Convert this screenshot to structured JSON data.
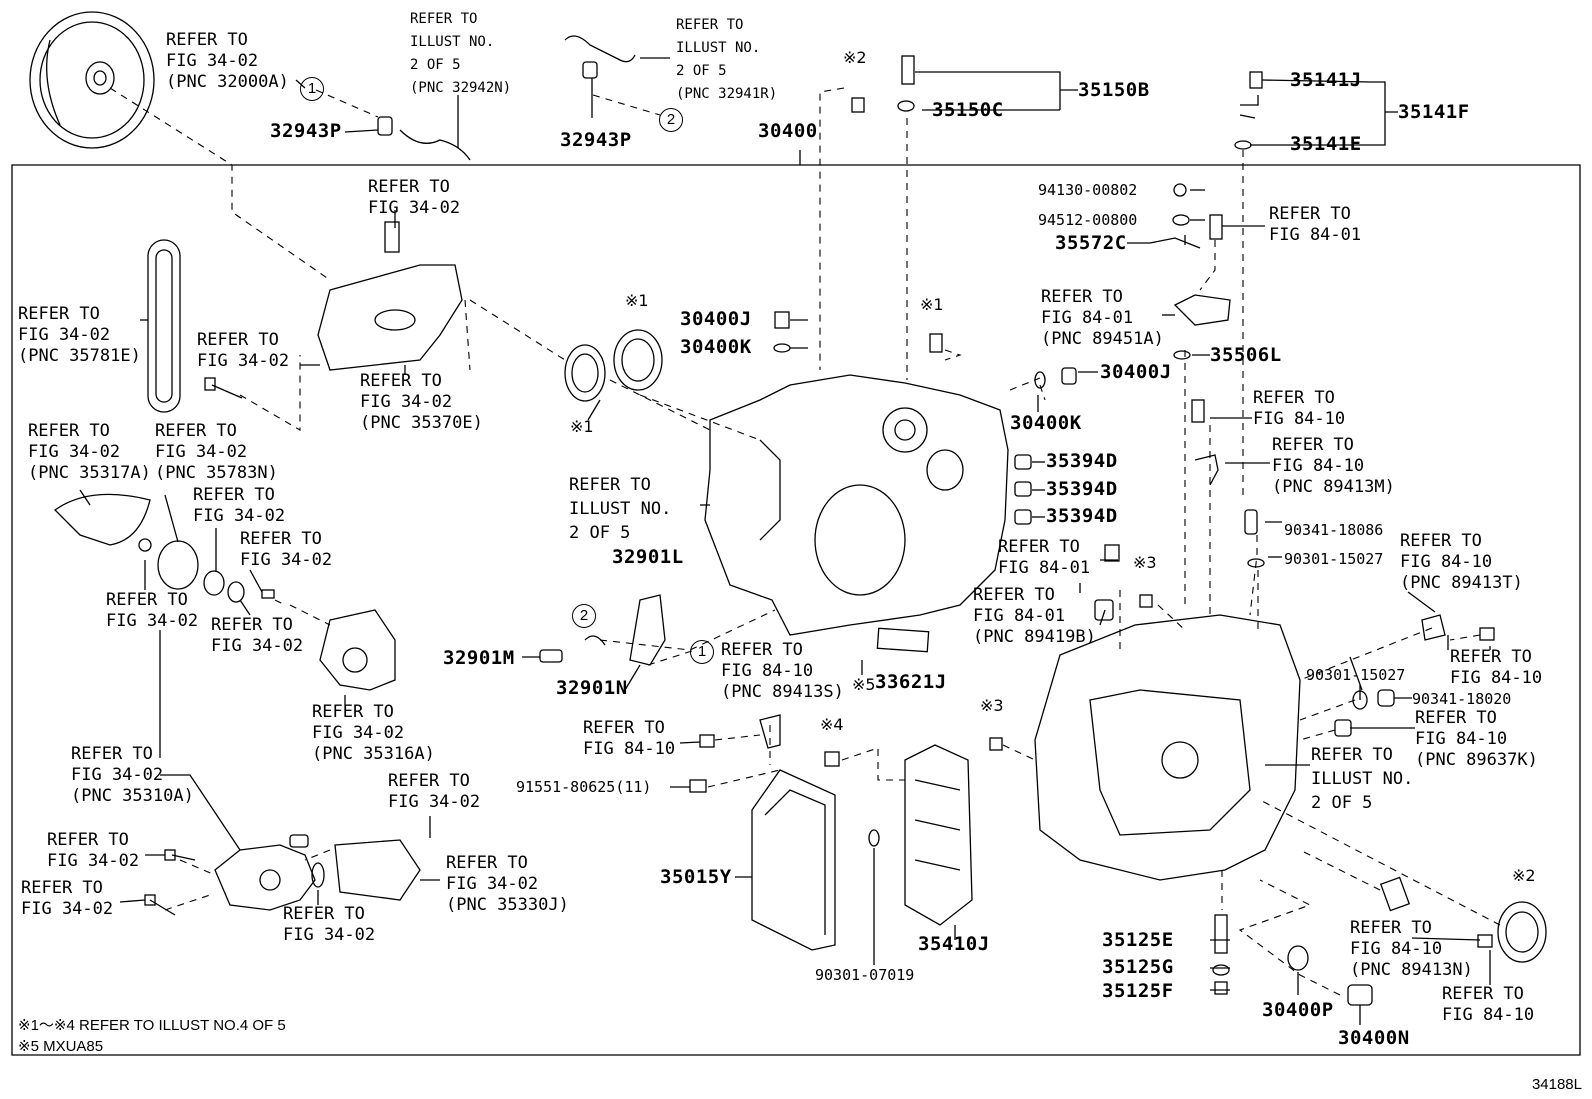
{
  "diagram_code": "34188L",
  "notes": [
    "※1～※4 REFER TO ILLUST NO.4 OF 5",
    "※5 MXUA85"
  ],
  "callout_numbers": [
    "1",
    "2"
  ],
  "callouts": [
    {
      "id": "c1",
      "text": "REFER TO\nFIG 34-02\n(PNC 32000A)"
    },
    {
      "id": "c2",
      "text": "REFER TO\nILLUST NO.\n2 OF 5\n(PNC 32942N)"
    },
    {
      "id": "c3",
      "text": "REFER TO\nILLUST NO.\n2 OF 5\n(PNC 32941R)"
    },
    {
      "id": "c4",
      "text": "REFER TO\nFIG 34-02"
    },
    {
      "id": "c5",
      "text": "REFER TO\nFIG 34-02\n(PNC 35781E)"
    },
    {
      "id": "c6",
      "text": "REFER TO\nFIG 34-02"
    },
    {
      "id": "c7",
      "text": "REFER TO\nFIG 34-02\n(PNC 35370E)"
    },
    {
      "id": "c8",
      "text": "REFER TO\nFIG 34-02\n(PNC 35317A)"
    },
    {
      "id": "c9",
      "text": "REFER TO\nFIG 34-02\n(PNC 35783N)"
    },
    {
      "id": "c10",
      "text": "REFER TO\nFIG 34-02"
    },
    {
      "id": "c11",
      "text": "REFER TO\nFIG 34-02"
    },
    {
      "id": "c12",
      "text": "REFER TO\nFIG 34-02"
    },
    {
      "id": "c13",
      "text": "REFER TO\nFIG 34-02"
    },
    {
      "id": "c14",
      "text": "REFER TO\nFIG 34-02\n(PNC 35316A)"
    },
    {
      "id": "c15",
      "text": "REFER TO\nFIG 34-02\n(PNC 35310A)"
    },
    {
      "id": "c16",
      "text": "REFER TO\nFIG 34-02"
    },
    {
      "id": "c17",
      "text": "REFER TO\nFIG 34-02"
    },
    {
      "id": "c18",
      "text": "REFER TO\nFIG 34-02"
    },
    {
      "id": "c19",
      "text": "REFER TO\nFIG 34-02"
    },
    {
      "id": "c20",
      "text": "REFER TO\nFIG 34-02\n(PNC 35330J)"
    },
    {
      "id": "c21",
      "text": "REFER TO\nILLUST NO.\n2 OF 5"
    },
    {
      "id": "c22",
      "text": "REFER TO\nFIG 84-10\n(PNC 89413S)"
    },
    {
      "id": "c23",
      "text": "REFER TO\nFIG 84-10"
    },
    {
      "id": "c24",
      "text": "REFER TO\nFIG 84-01"
    },
    {
      "id": "c25",
      "text": "REFER TO\nFIG 84-01\n(PNC 89451A)"
    },
    {
      "id": "c26",
      "text": "REFER TO\nFIG 84-10"
    },
    {
      "id": "c27",
      "text": "REFER TO\nFIG 84-10\n(PNC 89413M)"
    },
    {
      "id": "c28",
      "text": "REFER TO\nFIG 84-01"
    },
    {
      "id": "c29",
      "text": "REFER TO\nFIG 84-01\n(PNC 89419B)"
    },
    {
      "id": "c30",
      "text": "REFER TO\nFIG 84-10\n(PNC 89413T)"
    },
    {
      "id": "c31",
      "text": "REFER TO\nFIG 84-10"
    },
    {
      "id": "c32",
      "text": "REFER TO\nFIG 84-10\n(PNC 89637K)"
    },
    {
      "id": "c33",
      "text": "REFER TO\nILLUST NO.\n2 OF 5"
    },
    {
      "id": "c34",
      "text": "REFER TO\nFIG 84-10\n(PNC 89413N)"
    },
    {
      "id": "c35",
      "text": "REFER TO\nFIG 84-10"
    }
  ],
  "parts": [
    {
      "id": "p1",
      "text": "32943P"
    },
    {
      "id": "p2",
      "text": "32943P"
    },
    {
      "id": "p3",
      "text": "※2"
    },
    {
      "id": "p4",
      "text": "35150B"
    },
    {
      "id": "p5",
      "text": "35150C"
    },
    {
      "id": "p6",
      "text": "35141J"
    },
    {
      "id": "p7",
      "text": "35141F"
    },
    {
      "id": "p8",
      "text": "35141E"
    },
    {
      "id": "p9",
      "text": "30400"
    },
    {
      "id": "p10",
      "text": "94130-00802"
    },
    {
      "id": "p11",
      "text": "94512-00800"
    },
    {
      "id": "p12",
      "text": "35572C"
    },
    {
      "id": "p13",
      "text": "※1"
    },
    {
      "id": "p14",
      "text": "30400J"
    },
    {
      "id": "p15",
      "text": "30400K"
    },
    {
      "id": "p16",
      "text": "※1"
    },
    {
      "id": "p17",
      "text": "※1"
    },
    {
      "id": "p18",
      "text": "35506L"
    },
    {
      "id": "p19",
      "text": "30400J"
    },
    {
      "id": "p20",
      "text": "30400K"
    },
    {
      "id": "p21",
      "text": "35394D"
    },
    {
      "id": "p22",
      "text": "35394D"
    },
    {
      "id": "p23",
      "text": "35394D"
    },
    {
      "id": "p24",
      "text": "32901L"
    },
    {
      "id": "p25",
      "text": "90341-18086"
    },
    {
      "id": "p26",
      "text": "90301-15027"
    },
    {
      "id": "p27",
      "text": "※3"
    },
    {
      "id": "p28",
      "text": "32901M"
    },
    {
      "id": "p29",
      "text": "32901N"
    },
    {
      "id": "p30",
      "text": "※5"
    },
    {
      "id": "p31",
      "text": "33621J"
    },
    {
      "id": "p32",
      "text": "90301-15027"
    },
    {
      "id": "p33",
      "text": "90341-18020"
    },
    {
      "id": "p34",
      "text": "※3"
    },
    {
      "id": "p35",
      "text": "※4"
    },
    {
      "id": "p36",
      "text": "91551-80625(11)"
    },
    {
      "id": "p37",
      "text": "35015Y"
    },
    {
      "id": "p38",
      "text": "35410J"
    },
    {
      "id": "p39",
      "text": "90301-07019"
    },
    {
      "id": "p40",
      "text": "35125E"
    },
    {
      "id": "p41",
      "text": "35125G"
    },
    {
      "id": "p42",
      "text": "35125F"
    },
    {
      "id": "p43",
      "text": "30400P"
    },
    {
      "id": "p44",
      "text": "30400N"
    },
    {
      "id": "p45",
      "text": "※2"
    }
  ]
}
